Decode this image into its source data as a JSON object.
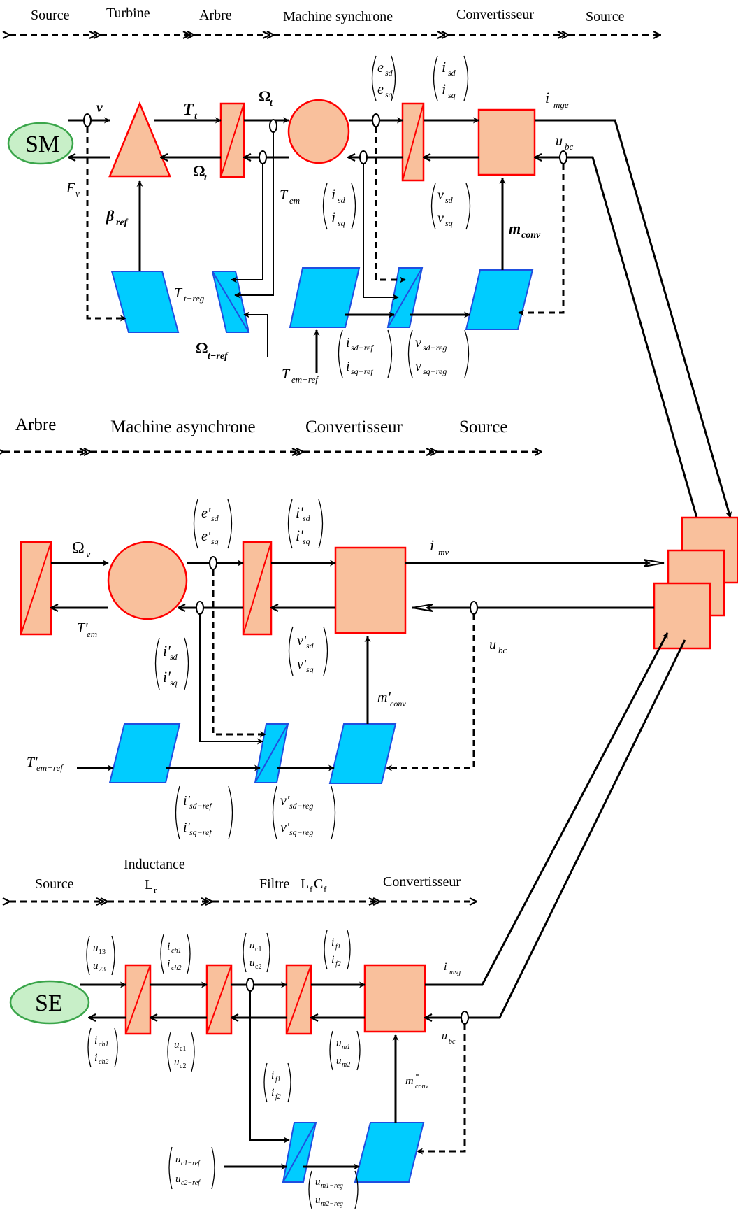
{
  "section1": {
    "headers": [
      "Source",
      "Turbine",
      "Arbre",
      "Machine synchrone",
      "Convertisseur",
      "Source"
    ],
    "source_label": "SM",
    "labels": {
      "v": "v",
      "Tt": "T",
      "Tt_sub": "t",
      "Omega_t": "Ω",
      "Omega_t_sub": "t",
      "Omega_t2": "Ω",
      "Omega_t2_sub": "t",
      "Fv": "F",
      "Fv_sub": "v",
      "beta": "β",
      "beta_sub": "ref",
      "Tem": "T",
      "Tem_sub": "em",
      "Tt_reg": "T",
      "Tt_reg_sub": "t−reg",
      "Omega_ref": "Ω",
      "Omega_ref_sub": "t−ref",
      "Tem_ref": "T",
      "Tem_ref_sub": "em−ref",
      "i_mge": "i",
      "i_mge_sub": "mge",
      "u_bc": "u",
      "u_bc_sub": "bc",
      "m_conv": "m",
      "m_conv_sub": "conv"
    },
    "vectors": {
      "e": [
        "e",
        "sd",
        "e",
        "sq"
      ],
      "i_top": [
        "i",
        "sd",
        "i",
        "sq"
      ],
      "i_mid": [
        "i",
        "sd",
        "i",
        "sq"
      ],
      "v": [
        "v",
        "sd",
        "v",
        "sq"
      ],
      "i_ref": [
        "i",
        "sd−ref",
        "i",
        "sq−ref"
      ],
      "v_reg": [
        "v",
        "sd−reg",
        "v",
        "sq−reg"
      ]
    }
  },
  "section2": {
    "headers": [
      "Arbre",
      "Machine asynchrone",
      "Convertisseur",
      "Source"
    ],
    "labels": {
      "Omega_v": "Ω",
      "Omega_v_sub": "v",
      "Tem": "T'",
      "Tem_sub": "em",
      "i_mv": "i",
      "i_mv_sub": "mv",
      "u_bc": "u",
      "u_bc_sub": "bc",
      "m_conv": "m'",
      "m_conv_sub": "conv",
      "Tem_ref": "T'",
      "Tem_ref_sub": "em−ref"
    },
    "vectors": {
      "e": [
        "e'",
        "sd",
        "e'",
        "sq"
      ],
      "i_top": [
        "i'",
        "sd",
        "i'",
        "sq"
      ],
      "i_mid": [
        "i'",
        "sd",
        "i'",
        "sq"
      ],
      "v": [
        "v'",
        "sd",
        "v'",
        "sq"
      ],
      "i_ref": [
        "i'",
        "sd−ref",
        "i'",
        "sq−ref"
      ],
      "v_reg": [
        "v'",
        "sd−reg",
        "v'",
        "sq−reg"
      ]
    }
  },
  "section3": {
    "headers": [
      "Source",
      "Inductance",
      "Filtre",
      "Convertisseur"
    ],
    "inductance_symbol": "L",
    "inductance_sub": "r",
    "filtre_sym1": "L",
    "filtre_sub1": "f",
    "filtre_sym2": "C",
    "filtre_sub2": "f",
    "source_label": "SE",
    "labels": {
      "i_msg": "i",
      "i_msg_sub": "msg",
      "u_bc": "u",
      "u_bc_sub": "bc",
      "m_conv": "m",
      "m_conv_sup": "*",
      "m_conv_sub": "conv"
    },
    "vectors": {
      "u13": [
        "u",
        "13",
        "u",
        "23"
      ],
      "ich_top": [
        "i",
        "ch1",
        "i",
        "ch2"
      ],
      "uc_top": [
        "u",
        "c1",
        "u",
        "c2"
      ],
      "if_top": [
        "i",
        "f1",
        "i",
        "f2"
      ],
      "ich_bot": [
        "i",
        "ch1",
        "i",
        "ch2"
      ],
      "uc_bot": [
        "u",
        "c1",
        "u",
        "c2"
      ],
      "if_bot": [
        "i",
        "f1",
        "i",
        "f2"
      ],
      "um": [
        "u",
        "m1",
        "u",
        "m2"
      ],
      "uc_ref": [
        "u",
        "c1−ref",
        "u",
        "c2−ref"
      ],
      "um_reg": [
        "u",
        "m1−reg",
        "u",
        "m2−reg"
      ]
    }
  },
  "colors": {
    "orange_fill": "#f9c09c",
    "red_border": "#ff0000",
    "cyan_fill": "#00ccff",
    "blue_border": "#1f4fe0",
    "green_fill": "#c8efc8",
    "green_border": "#3aa54a"
  }
}
